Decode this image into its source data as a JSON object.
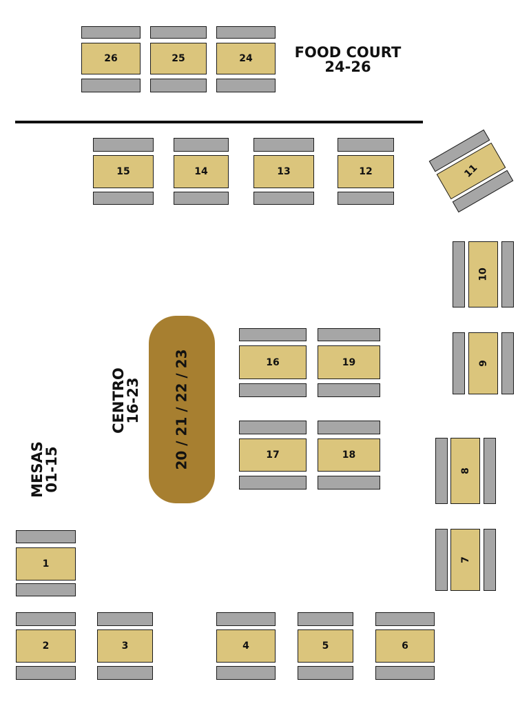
{
  "labels": {
    "food_court": [
      "FOOD COURT",
      "24-26"
    ],
    "centro": [
      "CENTRO",
      "16-23"
    ],
    "mesas": [
      "MESAS",
      "01-15"
    ]
  },
  "centro_table": "20 / 21 / 22 / 23",
  "tables": {
    "t1": "1",
    "t2": "2",
    "t3": "3",
    "t4": "4",
    "t5": "5",
    "t6": "6",
    "t7": "7",
    "t8": "8",
    "t9": "9",
    "t10": "10",
    "t11": "11",
    "t12": "12",
    "t13": "13",
    "t14": "14",
    "t15": "15",
    "t16": "16",
    "t17": "17",
    "t18": "18",
    "t19": "19",
    "t24": "24",
    "t25": "25",
    "t26": "26"
  },
  "colors": {
    "table_fill": "#dbc57c",
    "bench_fill": "#a6a6a6",
    "centro_fill": "#a77f30",
    "outline": "#1a1a1a"
  }
}
